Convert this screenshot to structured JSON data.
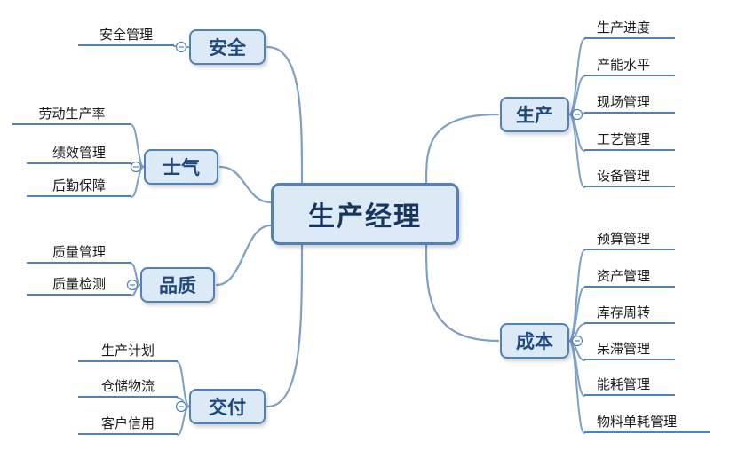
{
  "diagram": {
    "type": "mindmap",
    "central": {
      "id": "central",
      "label": "生产经理"
    },
    "branches": [
      {
        "id": "safety",
        "label": "安全",
        "side": "left",
        "children": [
          "安全管理"
        ]
      },
      {
        "id": "morale",
        "label": "士气",
        "side": "left",
        "children": [
          "劳动生产率",
          "绩效管理",
          "后勤保障"
        ]
      },
      {
        "id": "quality",
        "label": "品质",
        "side": "left",
        "children": [
          "质量管理",
          "质量检测"
        ]
      },
      {
        "id": "delivery",
        "label": "交付",
        "side": "left",
        "children": [
          "生产计划",
          "仓储物流",
          "客户信用"
        ]
      },
      {
        "id": "production",
        "label": "生产",
        "side": "right",
        "children": [
          "生产进度",
          "产能水平",
          "现场管理",
          "工艺管理",
          "设备管理"
        ]
      },
      {
        "id": "cost",
        "label": "成本",
        "side": "right",
        "children": [
          "预算管理",
          "资产管理",
          "库存周转",
          "呆滞管理",
          "能耗管理",
          "物料单耗管理"
        ]
      }
    ],
    "colors": {
      "background": "#ffffff",
      "topic_fill": "#dce9f7",
      "topic_border": "#4f81bd",
      "topic_text": "#1f497d",
      "central_text": "#17365d",
      "connector": "#7da0c8",
      "underline": "#4f81bd",
      "subtopic_text": "#1a1a1a"
    }
  }
}
